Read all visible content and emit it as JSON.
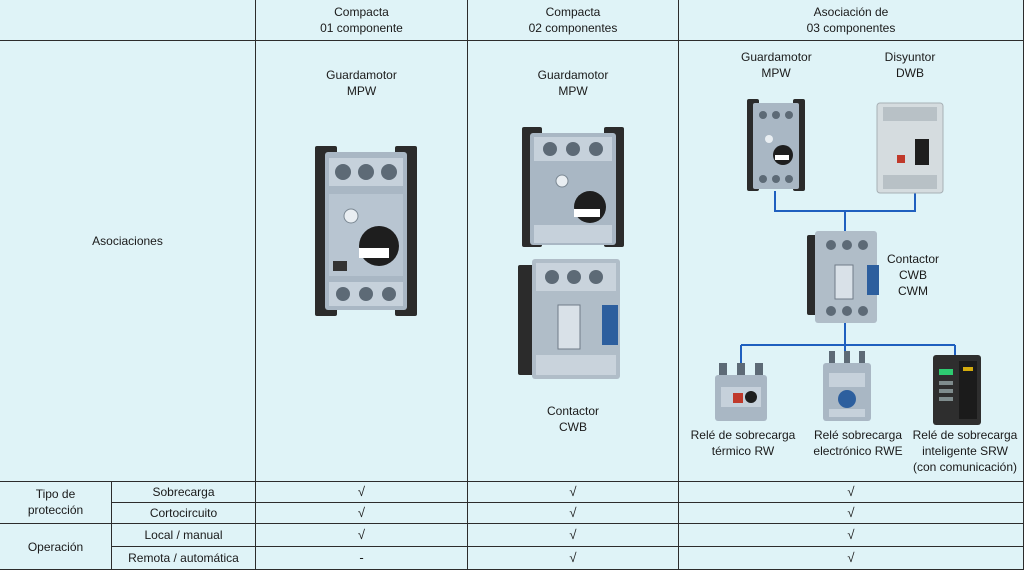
{
  "header": {
    "col1": {
      "line1": "Compacta",
      "line2": "01 componente"
    },
    "col2": {
      "line1": "Compacta",
      "line2": "02 componentes"
    },
    "col3": {
      "line1": "Asociación de",
      "line2": "03 componentes"
    }
  },
  "asociaciones_label": "Asociaciones",
  "col1": {
    "device_line1": "Guardamotor",
    "device_line2": "MPW"
  },
  "col2": {
    "top_line1": "Guardamotor",
    "top_line2": "MPW",
    "bottom_line1": "Contactor",
    "bottom_line2": "CWB"
  },
  "col3": {
    "mpw_line1": "Guardamotor",
    "mpw_line2": "MPW",
    "dwb_line1": "Disyuntor",
    "dwb_line2": "DWB",
    "contactor_line1": "Contactor",
    "contactor_line2": "CWB",
    "contactor_line3": "CWM",
    "rw_line1": "Relé de sobrecarga",
    "rw_line2": "térmico RW",
    "rwe_line1": "Relé sobrecarga",
    "rwe_line2": "electrónico RWE",
    "srw_line1": "Relé de sobrecarga",
    "srw_line2": "inteligente SRW",
    "srw_line3": "(con comunicación)"
  },
  "rows": {
    "tipo_line1": "Tipo de",
    "tipo_line2": "protección",
    "operacion": "Operación",
    "sobrecarga": "Sobrecarga",
    "cortocircuito": "Cortocircuito",
    "local": "Local / manual",
    "remota": "Remota / automática"
  },
  "marks": {
    "sobrecarga": [
      "√",
      "√",
      "√"
    ],
    "cortocircuito": [
      "√",
      "√",
      "√"
    ],
    "local": [
      "√",
      "√",
      "√"
    ],
    "remota": [
      "-",
      "√",
      "√"
    ]
  },
  "colors": {
    "cell_bg": "#dff3f7",
    "line_blue": "#1f5fbf",
    "border": "#2c2c2c"
  }
}
